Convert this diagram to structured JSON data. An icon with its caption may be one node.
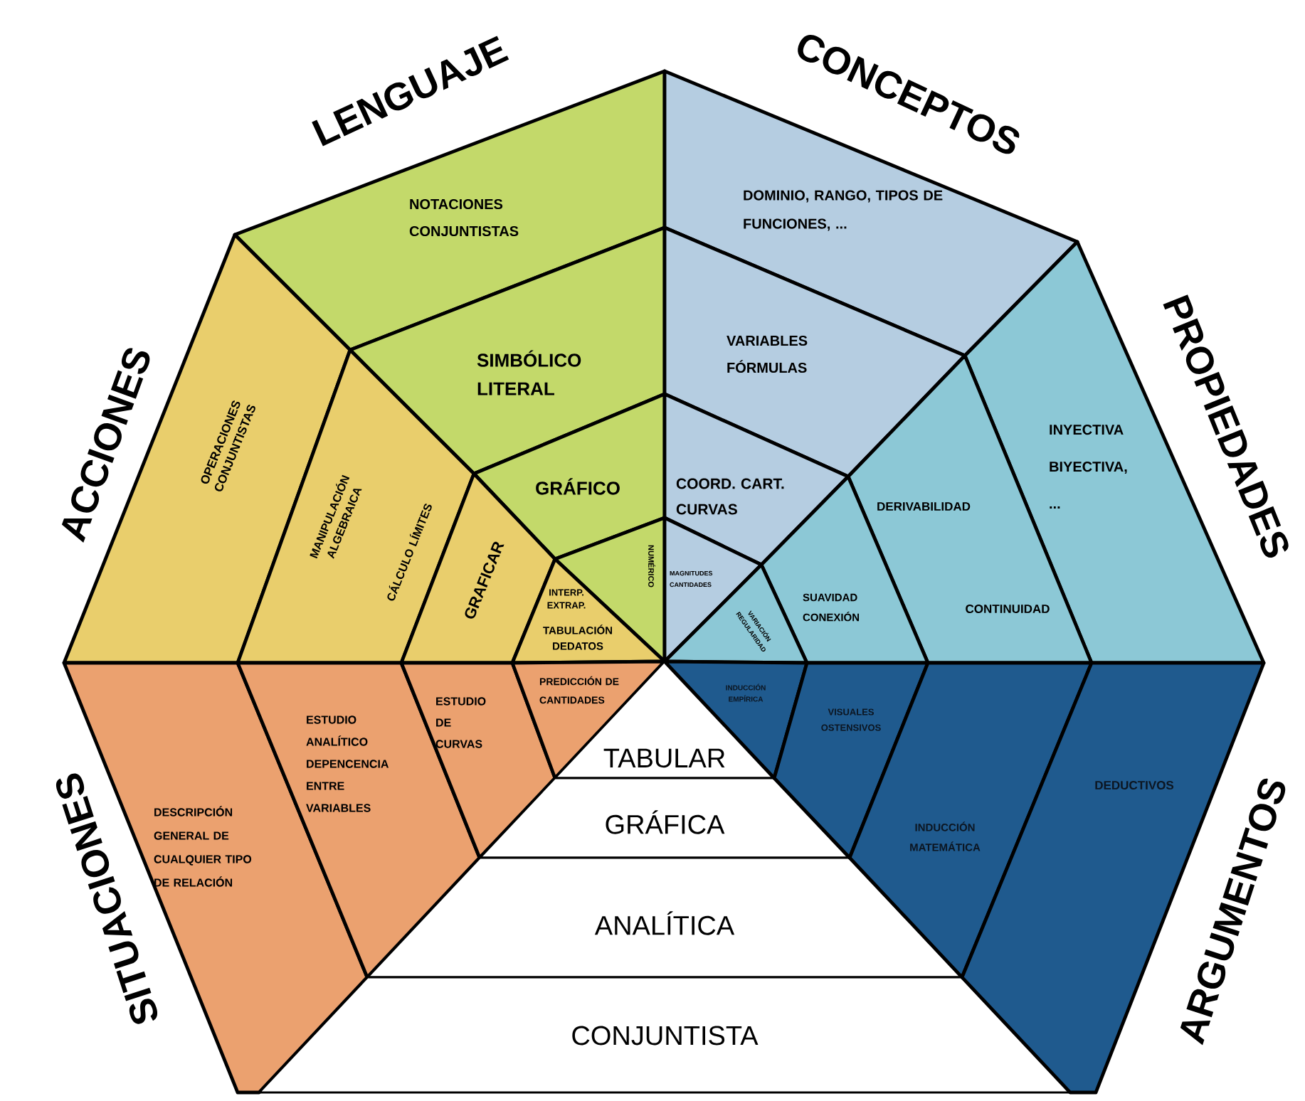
{
  "diagram": {
    "nodes": [
      {
        "text": [
          "NOTACIONES CONJUNTISTAS"
        ]
      },
      {
        "text": [
          "SIMBÓLICO LITERAL"
        ]
      },
      {
        "text": [
          "GRÁFICO"
        ]
      },
      {
        "text": [
          "NUMÉRICO"
        ]
      },
      {
        "text": [
          "DOMINIO, RANGO, TIPOS DE FUNCIONES, ..."
        ]
      },
      {
        "text": [
          "VARIABLES FÓRMULAS"
        ]
      },
      {
        "text": [
          "COORD. CART. CURVAS"
        ]
      },
      {
        "text": [
          "MAGNITUDES CANTIDADES"
        ]
      },
      {
        "text": [
          "OPERACIONES CONJUNTISTAS"
        ]
      },
      {
        "text": [
          "MANIPULACIÓN ALGEBRAICA",
          "CÁLCULO LÍMITES"
        ]
      },
      {
        "text": [
          "GRAFICAR"
        ]
      },
      {
        "text": [
          "INTERP. EXTRAP.",
          "TABULACIÓN DEDATOS"
        ]
      },
      {
        "text": [
          "INYECTIVA BIYECTIVA, ..."
        ]
      },
      {
        "text": [
          "DERIVABILIDAD",
          "CONTINUIDAD"
        ]
      },
      {
        "text": [
          "SUAVIDAD CONEXIÓN"
        ]
      },
      {
        "text": [
          "VARIACIÓN REGULARIDAD"
        ]
      },
      {
        "text": [
          "DESCRIPCIÓN GENERAL DE CUALQUIER TIPO DE RELACIÓN"
        ]
      },
      {
        "text": [
          "ESTUDIO ANALÍTICO DEPENCENCIA ENTRE VARIABLES"
        ]
      },
      {
        "text": [
          "ESTUDIO DE CURVAS"
        ]
      },
      {
        "text": [
          "PREDICCIÓN DE CANTIDADES"
        ]
      },
      {
        "text": [
          "TABULAR"
        ]
      },
      {
        "text": [
          "GRÁFICA"
        ]
      },
      {
        "text": [
          "ANALÍTICA"
        ]
      },
      {
        "text": [
          "CONJUNTISTA"
        ]
      },
      {
        "text": [
          "INDUCCIÓN EMPÍRICA"
        ]
      },
      {
        "text": [
          "VISUALES OSTENSIVOS"
        ]
      },
      {
        "text": [
          "INDUCCIÓN MATEMÁTICA"
        ]
      },
      {
        "text": [
          "DEDUCTIVOS"
        ]
      }
    ],
    "labels": [
      "LENGUAJE",
      "CONCEPTOS",
      "ACCIONES",
      "PROPIEDADES",
      "SITUACIONES",
      "ARGUMENTOS"
    ]
  }
}
